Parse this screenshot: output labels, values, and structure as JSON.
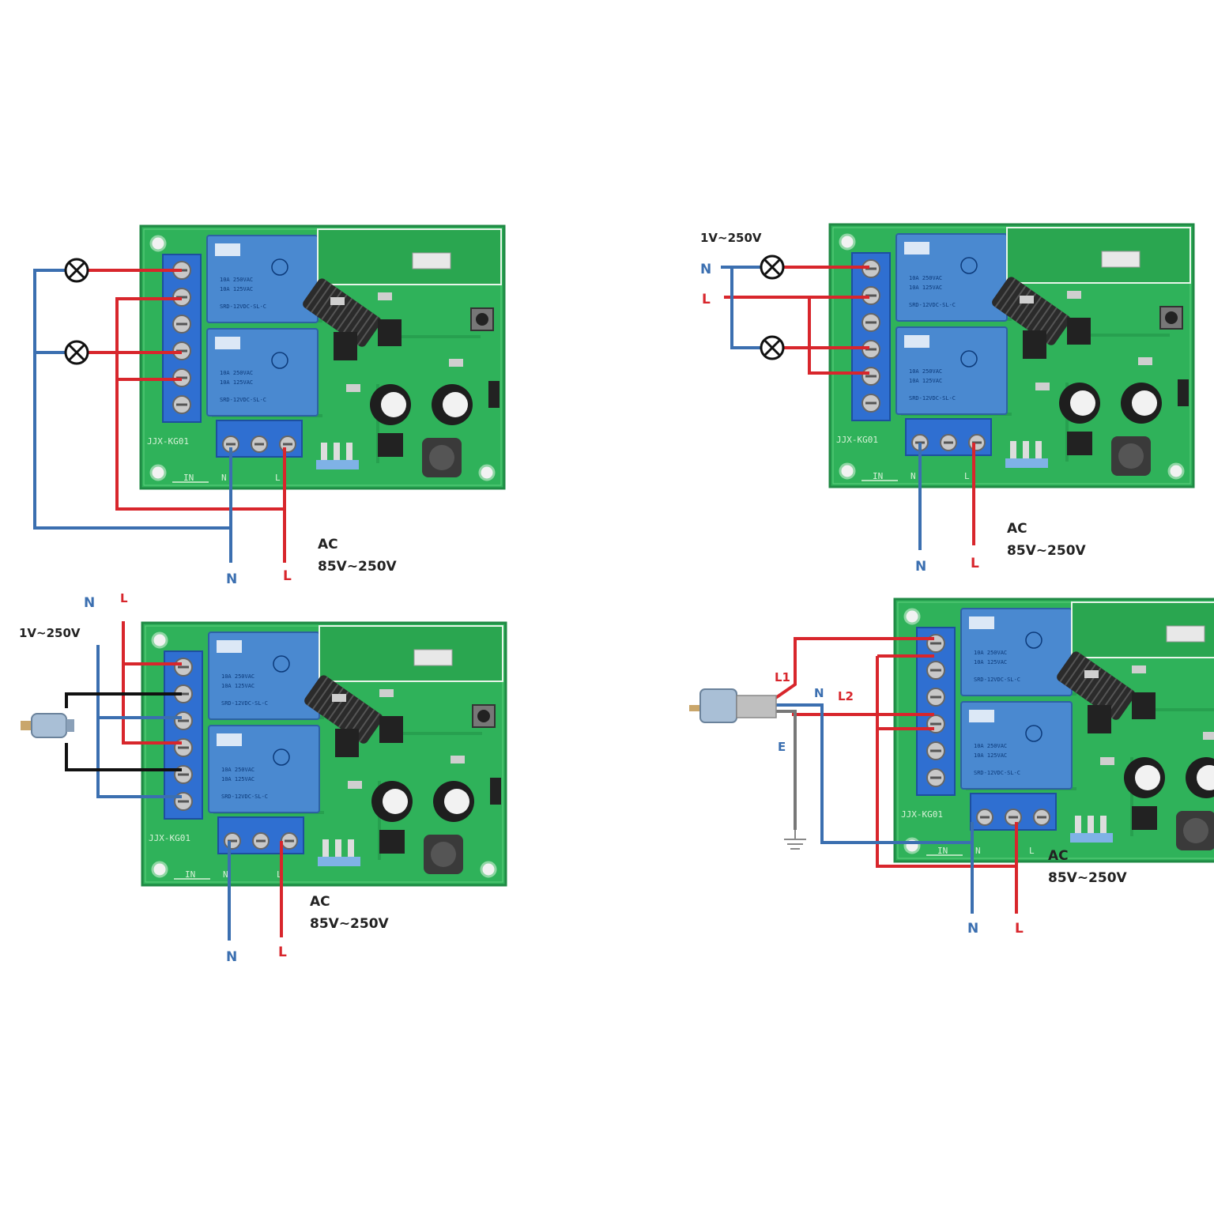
{
  "colors": {
    "live": "#d8262c",
    "neutral": "#3b6fb0",
    "earth": "#111111",
    "pcb": "#2fb25a",
    "relay": "#4a89d0",
    "terminal": "#2f6fd1",
    "text": "#222222"
  },
  "board": {
    "model": "JJX-KG01",
    "input_label": "IN",
    "input_n": "N",
    "input_l": "L"
  },
  "diagrams": [
    {
      "id": "top-left",
      "supply": {
        "ac": "AC",
        "range": "85V~250V",
        "n": "N",
        "l": "L"
      },
      "load_voltage": "",
      "icons": [
        "lamp-icon",
        "lamp-icon"
      ]
    },
    {
      "id": "top-right",
      "supply": {
        "ac": "AC",
        "range": "85V~250V",
        "n": "N",
        "l": "L"
      },
      "load_voltage": "1V~250V",
      "load_n": "N",
      "load_l": "L",
      "icons": [
        "lamp-icon",
        "lamp-icon"
      ]
    },
    {
      "id": "bottom-left",
      "supply": {
        "ac": "AC",
        "range": "85V~250V",
        "n": "N",
        "l": "L"
      },
      "load_voltage": "1V~250V",
      "load_n": "N",
      "load_l": "L",
      "icons": [
        "dc-motor-icon"
      ]
    },
    {
      "id": "bottom-right",
      "supply": {
        "ac": "AC",
        "range": "85V~250V",
        "n": "N",
        "l": "L"
      },
      "load_labels": {
        "l1": "L1",
        "l2": "L2",
        "n": "N",
        "e": "E"
      },
      "icons": [
        "ac-motor-icon",
        "ground-icon"
      ]
    }
  ]
}
